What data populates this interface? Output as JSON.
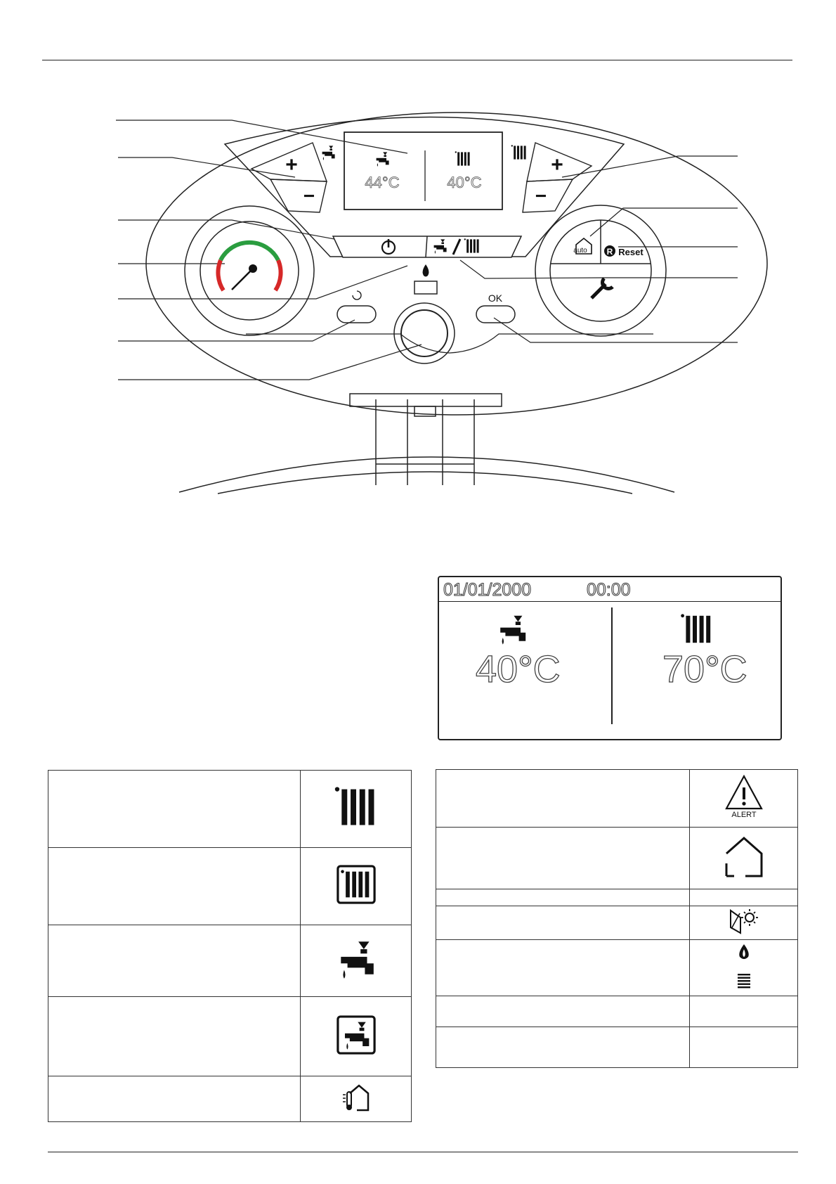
{
  "panel": {
    "lcd_small": {
      "dhw_temp": "44°C",
      "ch_temp": "40°C"
    },
    "labels": {
      "auto": "auto",
      "reset": "Reset",
      "ok": "OK",
      "plus": "+",
      "minus": "−"
    }
  },
  "large_display": {
    "date": "01/01/2000",
    "time": "00:00",
    "dhw_temp": "40°C",
    "ch_temp": "70°C"
  },
  "right_table": {
    "alert_label": "ALERT"
  },
  "icons": {
    "left_table": [
      "radiator-icon",
      "radiator-framed-icon",
      "tap-icon",
      "tap-framed-icon",
      "outdoor-sensor-icon"
    ],
    "right_table": [
      "alert-icon",
      "house-icon",
      "",
      "solar-icon",
      "flame-and-level-icon",
      "",
      ""
    ]
  }
}
